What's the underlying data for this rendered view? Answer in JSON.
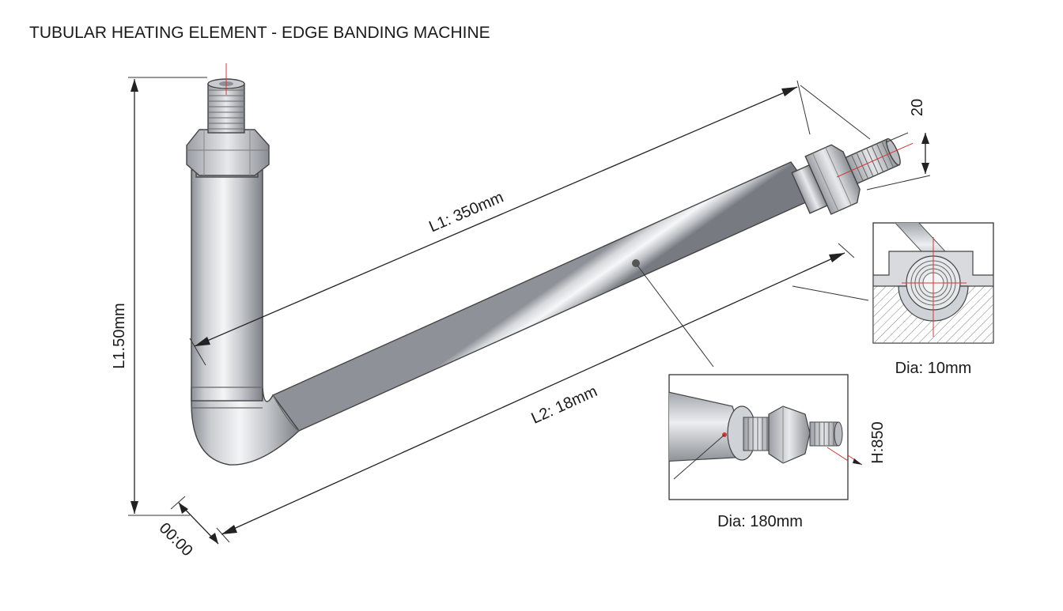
{
  "title": "TUBULAR HEATING ELEMENT - EDGE BANDING MACHINE",
  "dimensions": {
    "vertical_length": "L1.50mm",
    "upper_length": "L1: 350mm",
    "lower_length": "L2: 18mm",
    "corner_offset": "00:00",
    "thread_size": "20",
    "detail_height": "H:850"
  },
  "details": {
    "section_caption": "Dia: 10mm",
    "terminal_caption": "Dia: 180mm"
  },
  "colors": {
    "tube_light": "#f4f5f6",
    "tube_mid": "#c9ccd0",
    "tube_dark": "#8c9096",
    "centerline": "#d03a3a",
    "ink": "#222222"
  }
}
